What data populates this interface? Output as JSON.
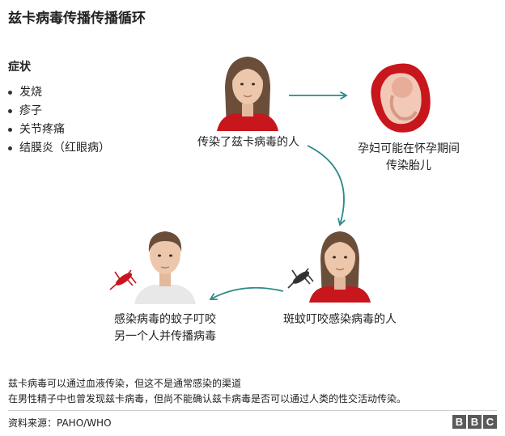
{
  "title": "兹卡病毒传播传播循环",
  "symptoms": {
    "heading": "症状",
    "items": [
      "发烧",
      "疹子",
      "关节疼痛",
      "结膜炎（红眼病）"
    ]
  },
  "labels": {
    "infected_person": "传染了兹卡病毒的人",
    "fetus_line1": "孕妇可能在怀孕期间",
    "fetus_line2": "传染胎儿",
    "mosquito_bites": "斑蚊叮咬感染病毒的人",
    "man_line1": "感染病毒的蚊子叮咬",
    "man_line2": "另一个人并传播病毒"
  },
  "notes": {
    "line1": "兹卡病毒可以通过血液传染，但这不是通常感染的渠道",
    "line2": "在男性精子中也曾发现兹卡病毒，但尚不能确认兹卡病毒是否可以通过人类的性交活动传染。"
  },
  "footer": {
    "source": "资料来源：PAHO/WHO",
    "logo": [
      "B",
      "B",
      "C"
    ]
  },
  "colors": {
    "arrow": "#2a8a8a",
    "shirt_red": "#c8161d",
    "mosquito_red": "#c8161d",
    "mosquito_dark": "#333333"
  }
}
